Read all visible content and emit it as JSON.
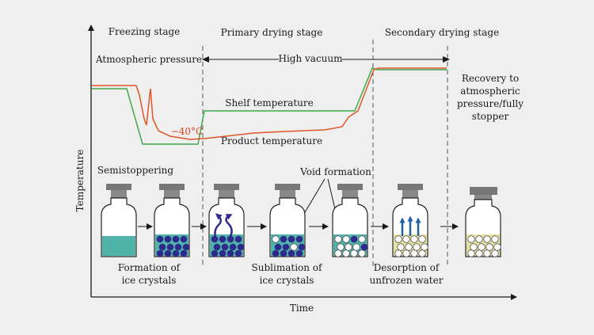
{
  "stages": {
    "freezing": "Freezing stage",
    "primary": "Primary drying stage",
    "secondary": "Secondary drying stage"
  },
  "pressure": {
    "atmospheric": "Atmospheric pressure",
    "vacuum": "High vacuum"
  },
  "curves": {
    "shelf": "Shelf temperature",
    "product": "Product temperature",
    "minus40": "−40°C"
  },
  "recovery": [
    "Recovery to",
    "atmospheric",
    "pressure/fully",
    "stopper"
  ],
  "steps": {
    "semistoppering": "Semistoppering",
    "void": "Void formation",
    "formation": [
      "Formation of",
      "ice crystals"
    ],
    "sublimation": [
      "Sublimation of",
      "ice crystals"
    ],
    "desorption": [
      "Desorption of",
      "unfrozen water"
    ]
  },
  "axes": {
    "y": "Temperature",
    "x": "Time"
  },
  "colors": {
    "shelf_line": "#3daa4a",
    "product_line": "#e0552a",
    "liquid": "#4fb3aa",
    "ice_crystal": "#2e2a8c",
    "dried_cake": "#e6e3a0",
    "vapor_arrow": "#2f2a90",
    "water_arrow": "#1f5fa8",
    "background": "#efefef"
  }
}
